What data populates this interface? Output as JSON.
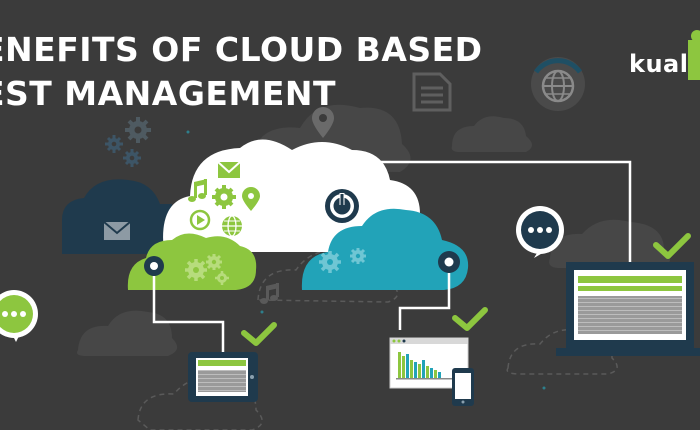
{
  "banner": {
    "title_line1": "ENEFITS OF CLOUD BASED",
    "title_line2": "EST MANAGEMENT"
  },
  "brand": {
    "name": "kual"
  },
  "colors": {
    "background": "#3b3b3b",
    "green": "#8dc63f",
    "teal": "#22a3b8",
    "navy": "#1f3a4d",
    "white": "#ffffff",
    "checkmark": "#8dc63f"
  },
  "icons": [
    "gear-icon",
    "location-pin-icon",
    "document-icon",
    "globe-icon",
    "envelope-icon",
    "music-note-icon",
    "play-icon",
    "power-icon",
    "chat-bubble-icon",
    "checkmark-icon",
    "tablet-icon",
    "laptop-icon",
    "smartphone-icon",
    "bar-chart-icon"
  ]
}
